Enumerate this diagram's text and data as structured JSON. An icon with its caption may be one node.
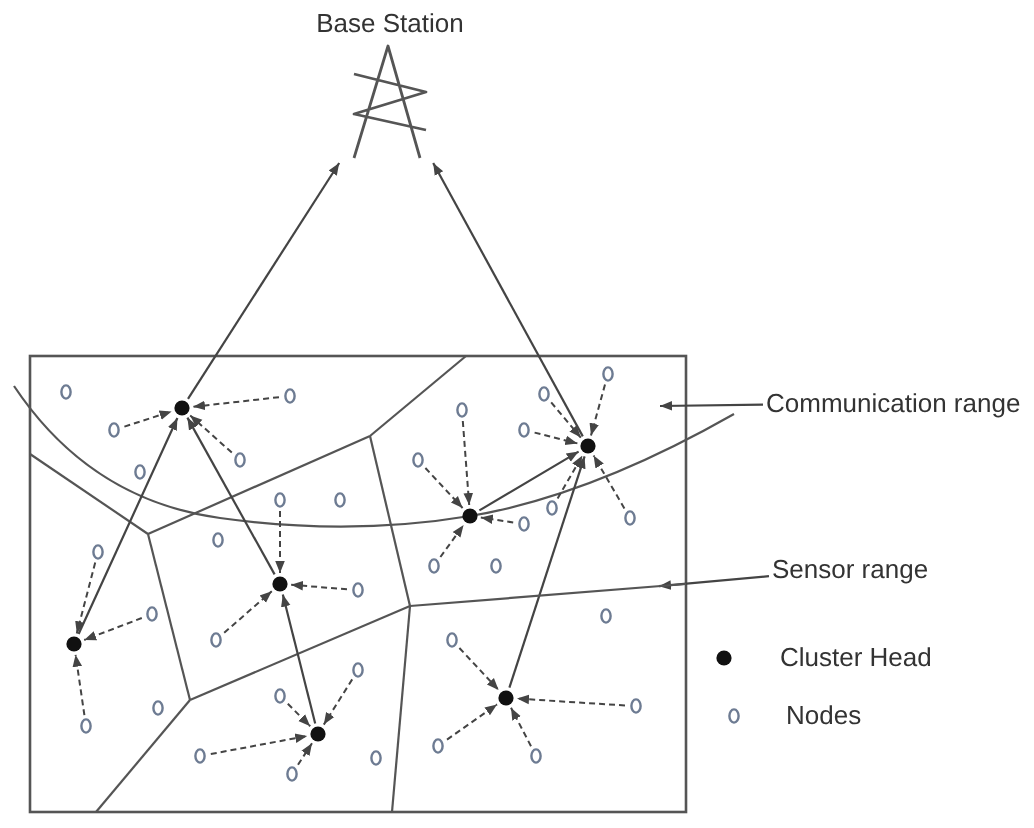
{
  "diagram": {
    "nodes": [
      {
        "text": [
          "Base Station"
        ]
      },
      {
        "text": [
          "Communication range"
        ]
      },
      {
        "text": [
          "Sensor range"
        ]
      },
      {
        "text": [],
        "shape": "dot"
      },
      {
        "text": [],
        "shape": "dot"
      },
      {
        "text": [],
        "shape": "dot"
      },
      {
        "text": [],
        "shape": "dot"
      },
      {
        "text": [],
        "shape": "dot"
      },
      {
        "text": [],
        "shape": "dot"
      },
      {
        "text": [],
        "shape": "dot"
      },
      {
        "text": [],
        "shape": "circle"
      },
      {
        "text": [],
        "shape": "circle"
      },
      {
        "text": [],
        "shape": "circle"
      },
      {
        "text": [],
        "shape": "circle"
      },
      {
        "text": [],
        "shape": "circle"
      },
      {
        "text": [],
        "shape": "circle"
      },
      {
        "text": [],
        "shape": "circle"
      },
      {
        "text": [],
        "shape": "circle"
      },
      {
        "text": [],
        "shape": "circle"
      },
      {
        "text": [],
        "shape": "circle"
      },
      {
        "text": [],
        "shape": "circle"
      },
      {
        "text": [],
        "shape": "circle"
      },
      {
        "text": [],
        "shape": "circle"
      },
      {
        "text": [],
        "shape": "circle"
      },
      {
        "text": [],
        "shape": "circle"
      },
      {
        "text": [],
        "shape": "circle"
      },
      {
        "text": [],
        "shape": "circle"
      },
      {
        "text": [],
        "shape": "circle"
      },
      {
        "text": [],
        "shape": "circle"
      },
      {
        "text": [],
        "shape": "circle"
      },
      {
        "text": [],
        "shape": "circle"
      },
      {
        "text": [],
        "shape": "circle"
      },
      {
        "text": [],
        "shape": "circle"
      },
      {
        "text": [],
        "shape": "circle"
      },
      {
        "text": [],
        "shape": "circle"
      },
      {
        "text": [],
        "shape": "circle"
      },
      {
        "text": [],
        "shape": "circle"
      },
      {
        "text": [],
        "shape": "circle"
      },
      {
        "text": [],
        "shape": "circle"
      },
      {
        "text": [],
        "shape": "circle"
      },
      {
        "text": [],
        "shape": "circle"
      },
      {
        "text": [],
        "shape": "circle"
      },
      {
        "text": [],
        "shape": "circle"
      },
      {
        "text": [],
        "shape": "circle"
      },
      {
        "text": [],
        "shape": "line"
      }
    ],
    "edges": [
      {
        "from": 4,
        "to": 0,
        "arrow": "to"
      },
      {
        "from": 9,
        "to": 0,
        "arrow": "to"
      },
      {
        "from": 3,
        "to": 4,
        "arrow": "to"
      },
      {
        "from": 5,
        "to": 4,
        "arrow": "to"
      },
      {
        "from": 6,
        "to": 5,
        "arrow": "to"
      },
      {
        "from": 7,
        "to": 9,
        "arrow": "to"
      },
      {
        "from": 8,
        "to": 9,
        "arrow": "to"
      },
      {
        "from": 11,
        "to": 3,
        "arrow": "to",
        "style": "dashed"
      },
      {
        "from": 12,
        "to": 3,
        "arrow": "to",
        "style": "dashed"
      },
      {
        "from": 13,
        "to": 4,
        "arrow": "to",
        "style": "dashed"
      },
      {
        "from": 15,
        "to": 3,
        "arrow": "to",
        "style": "dashed"
      },
      {
        "from": 17,
        "to": 6,
        "arrow": "to",
        "style": "dashed"
      },
      {
        "from": 18,
        "to": 5,
        "arrow": "to",
        "style": "dashed"
      },
      {
        "from": 20,
        "to": 4,
        "arrow": "to",
        "style": "dashed"
      },
      {
        "from": 21,
        "to": 5,
        "arrow": "to",
        "style": "dashed"
      },
      {
        "from": 22,
        "to": 6,
        "arrow": "to",
        "style": "dashed"
      },
      {
        "from": 23,
        "to": 4,
        "arrow": "to",
        "style": "dashed"
      },
      {
        "from": 24,
        "to": 6,
        "arrow": "to",
        "style": "dashed"
      },
      {
        "from": 26,
        "to": 5,
        "arrow": "to",
        "style": "dashed"
      },
      {
        "from": 27,
        "to": 6,
        "arrow": "to",
        "style": "dashed"
      },
      {
        "from": 29,
        "to": 7,
        "arrow": "to",
        "style": "dashed"
      },
      {
        "from": 30,
        "to": 7,
        "arrow": "to",
        "style": "dashed"
      },
      {
        "from": 31,
        "to": 8,
        "arrow": "to",
        "style": "dashed"
      },
      {
        "from": 32,
        "to": 8,
        "arrow": "to",
        "style": "dashed"
      },
      {
        "from": 33,
        "to": 7,
        "arrow": "to",
        "style": "dashed"
      },
      {
        "from": 35,
        "to": 9,
        "arrow": "to",
        "style": "dashed"
      },
      {
        "from": 36,
        "to": 7,
        "arrow": "to",
        "style": "dashed"
      },
      {
        "from": 37,
        "to": 8,
        "arrow": "to",
        "style": "dashed"
      },
      {
        "from": 38,
        "to": 9,
        "arrow": "to",
        "style": "dashed"
      },
      {
        "from": 39,
        "to": 9,
        "arrow": "to",
        "style": "dashed"
      },
      {
        "from": 41,
        "to": 9,
        "arrow": "to",
        "style": "dashed"
      },
      {
        "from": 42,
        "to": 9,
        "arrow": "to",
        "style": "dashed"
      },
      {
        "from": 43,
        "to": 8,
        "arrow": "to",
        "style": "dashed"
      },
      {
        "from": 1,
        "to": null,
        "arrow": "to"
      },
      {
        "from": 2,
        "to": 44,
        "arrow": "to"
      }
    ],
    "legend": [
      {
        "text": "Cluster Head"
      },
      {
        "text": "Nodes"
      }
    ]
  }
}
